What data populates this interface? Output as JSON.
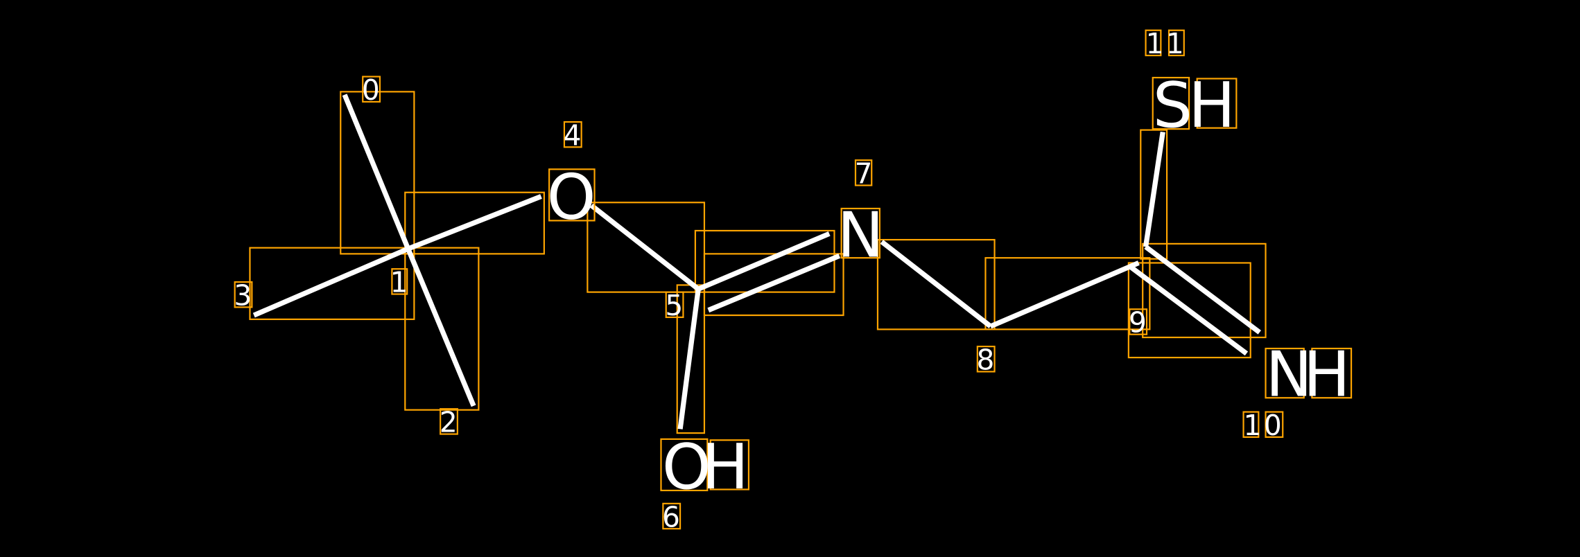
{
  "colors": {
    "background": "#000000",
    "bond": "#ffffff",
    "box": "#FFA500"
  },
  "atoms": {
    "o": "O",
    "n": "N",
    "oh": "OH",
    "sh": "SH",
    "nh": "NH"
  },
  "indices": {
    "i0": "0",
    "i1": "1",
    "i2": "2",
    "i3": "3",
    "i4": "4",
    "i5": "5",
    "i6": "6",
    "i7": "7",
    "i8": "8",
    "i9": "9",
    "i10": "10",
    "i11": "11"
  }
}
